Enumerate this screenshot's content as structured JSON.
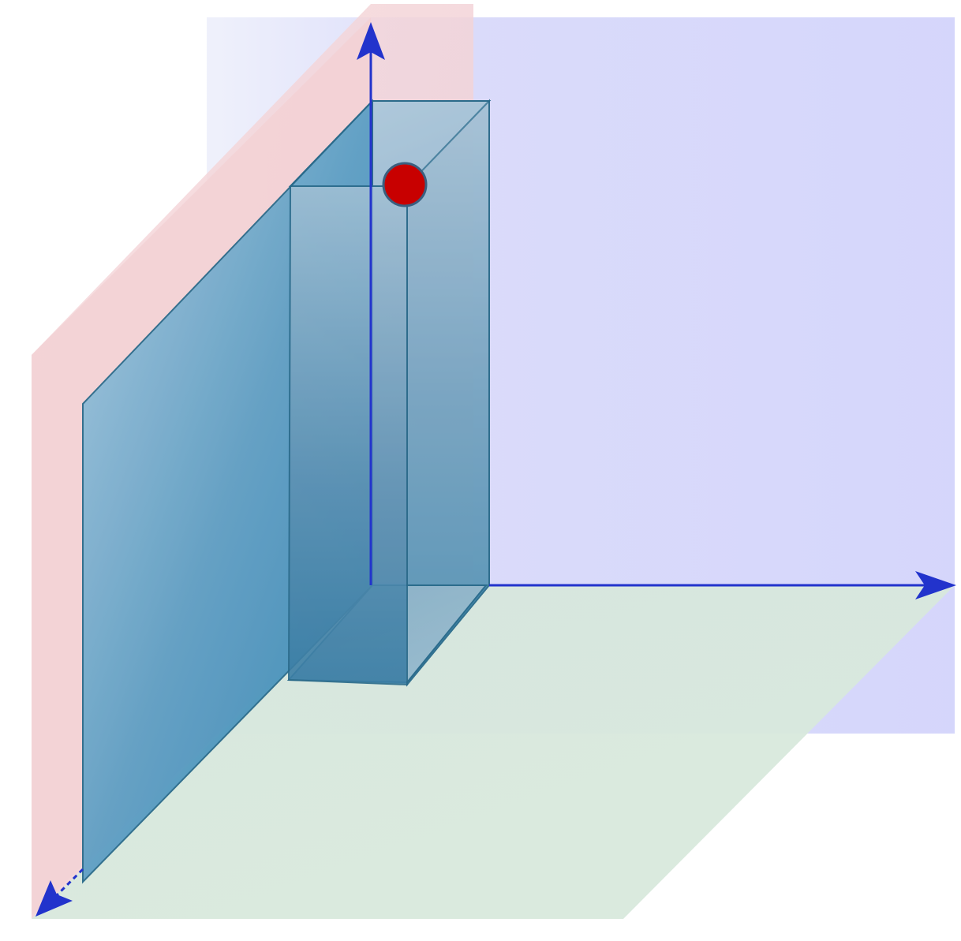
{
  "diagram": {
    "kind": "3d-coordinate-planes-with-box",
    "axes": [
      "up",
      "right",
      "toward-viewer"
    ],
    "planes": [
      {
        "name": "back-wall-plane",
        "color": "#d5d5fa"
      },
      {
        "name": "side-wall-plane",
        "color": "#f2d0d4"
      },
      {
        "name": "floor-plane",
        "color": "#d6e8dc"
      }
    ],
    "axis_color": "#2233cc",
    "box": {
      "panel_color_light": "#9cc3db",
      "panel_color_dark": "#2d7ea6",
      "edge_color": "#2a6a8a"
    },
    "marker": {
      "name": "point-marker",
      "color": "#c80000",
      "stroke": "#3a5f80"
    }
  }
}
